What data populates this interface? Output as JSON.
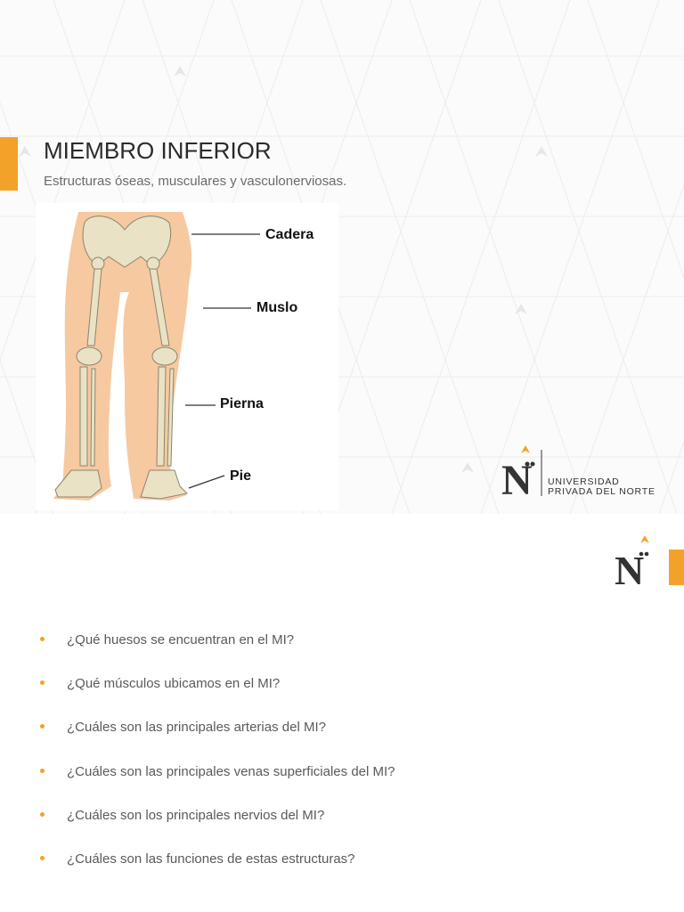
{
  "slide1": {
    "title": "MIEMBRO INFERIOR",
    "subtitle": "Estructuras óseas, musculares y vasculonerviosas.",
    "figure_labels": {
      "cadera": "Cadera",
      "muslo": "Muslo",
      "pierna": "Pierna",
      "pie": "Pie"
    },
    "logo": {
      "line1": "UNIVERSIDAD",
      "line2": "PRIVADA DEL NORTE"
    }
  },
  "slide2": {
    "questions": [
      "¿Qué huesos se encuentran en el MI?",
      "¿Qué músculos ubicamos en el MI?",
      "¿Cuáles son las principales arterias del MI?",
      "¿Cuáles son las principales venas superficiales del MI?",
      "¿Cuáles son los principales nervios del MI?",
      "¿Cuáles son las funciones de estas estructuras?"
    ]
  },
  "colors": {
    "accent": "#f2a229",
    "skin": "#f7c9a0",
    "bone": "#e9e2c4"
  },
  "icons": [
    "bullet-dot-icon",
    "upn-logo-icon"
  ]
}
